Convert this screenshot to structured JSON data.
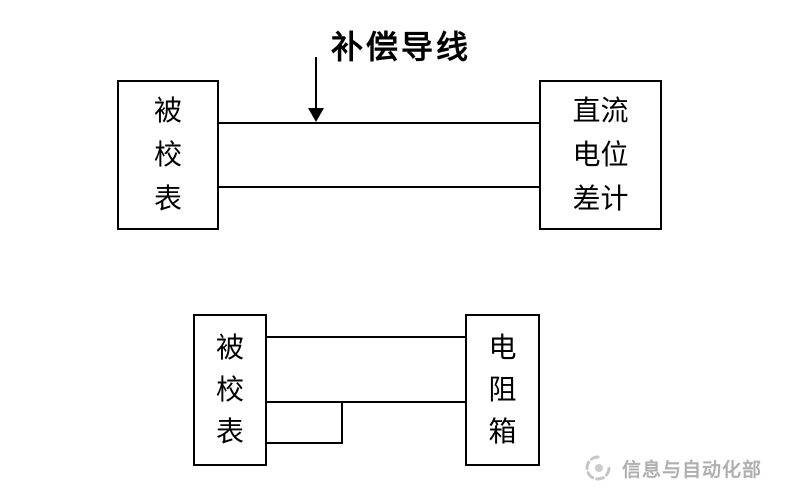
{
  "colors": {
    "line": "#000000",
    "background": "#ffffff",
    "watermark": "#b0b0b0"
  },
  "diagram_top": {
    "wire_label": "补偿导线",
    "left_box": {
      "chars": [
        "被",
        "校",
        "表"
      ]
    },
    "right_box": {
      "rows": [
        "直流",
        "电位",
        "差计"
      ]
    },
    "wires": [
      "upper-wire",
      "lower-wire"
    ]
  },
  "diagram_bottom": {
    "left_box": {
      "chars": [
        "被",
        "校",
        "表"
      ]
    },
    "right_box": {
      "chars": [
        "电",
        "阻",
        "箱"
      ]
    },
    "wires": [
      "upper-wire",
      "middle-wire",
      "short-loop"
    ]
  },
  "watermark": {
    "icon": "swirl-logo-icon",
    "text": "信息与自动化部"
  }
}
